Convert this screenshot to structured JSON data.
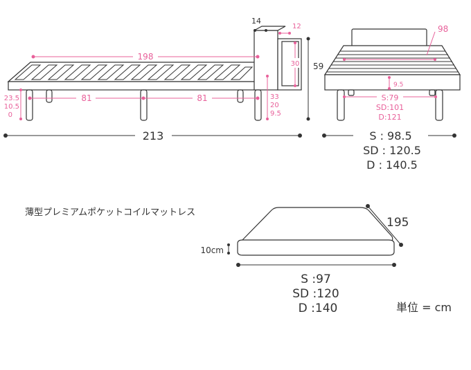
{
  "colors": {
    "accent": "#e8609a",
    "line": "#333333",
    "background": "#ffffff"
  },
  "frame_side": {
    "frame_length": "198",
    "leg_spacing_left": "81",
    "leg_spacing_right": "81",
    "total_length": "213",
    "leg_heights": [
      "23.5",
      "10.5",
      "0"
    ],
    "under_heights": [
      "33",
      "20",
      "9.5"
    ]
  },
  "headboard": {
    "depth": "14",
    "shelf_depth": "12",
    "shelf_height": "30",
    "total_height": "59"
  },
  "frame_front": {
    "top_width": "98",
    "clearance": "9.5",
    "inner_widths": [
      "S:79",
      "SD:101",
      "D:121"
    ],
    "outer_widths": [
      "S : 98.5",
      "SD : 120.5",
      "D : 140.5"
    ]
  },
  "mattress": {
    "name": "薄型プレミアムポケットコイルマットレス",
    "thickness": "10cm",
    "length": "195",
    "widths": [
      "S :97",
      "SD :120",
      "D :140"
    ]
  },
  "unit": "単位 = cm"
}
